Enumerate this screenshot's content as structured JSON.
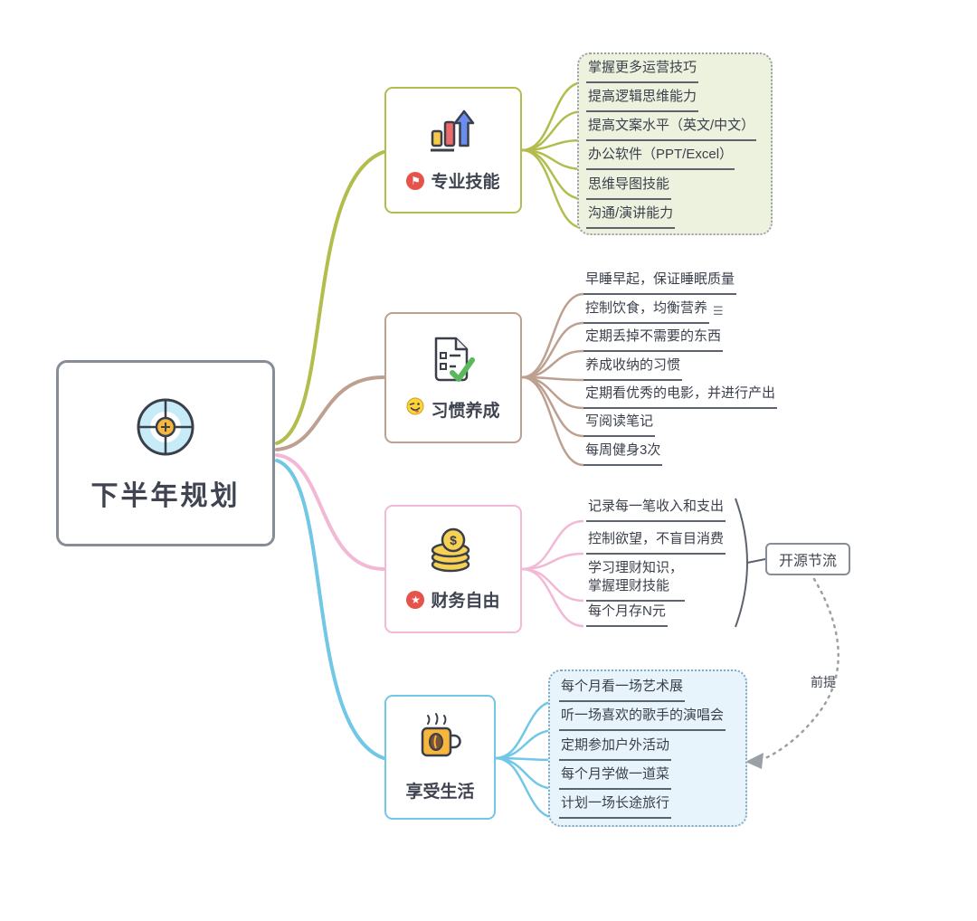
{
  "root": {
    "title": "下半年规划"
  },
  "icons": {
    "flag": "⚑",
    "star": "★",
    "menu": "☰"
  },
  "colors": {
    "skills": "#b3bd4e",
    "habits": "#bda08f",
    "finance": "#f2b8d5",
    "life": "#72c7e6",
    "underline": "#5d636e",
    "dotted_arrow": "#9aa0a6",
    "node_border": "#868d97",
    "badge_red": "#e5534b"
  },
  "branches": [
    {
      "label": "专业技能",
      "items": [
        "掌握更多运营技巧",
        "提高逻辑思维能力",
        "提高文案水平（英文/中文）",
        "办公软件（PPT/Excel）",
        "思维导图技能",
        "沟通/演讲能力"
      ]
    },
    {
      "label": "习惯养成",
      "items": [
        "早睡早起，保证睡眠质量",
        "控制饮食，均衡营养",
        "定期丢掉不需要的东西",
        "养成收纳的习惯",
        "定期看优秀的电影，并进行产出",
        "写阅读笔记",
        "每周健身3次"
      ]
    },
    {
      "label": "财务自由",
      "items": [
        "记录每一笔收入和支出",
        "控制欲望，不盲目消费",
        "学习理财知识，\n掌握理财技能",
        "每个月存N元"
      ],
      "callout": {
        "label": "开源节流",
        "arrow_label": "前提"
      }
    },
    {
      "label": "享受生活",
      "items": [
        "每个月看一场艺术展",
        "听一场喜欢的歌手的演唱会",
        "定期参加户外活动",
        "每个月学做一道菜",
        "计划一场长途旅行"
      ]
    }
  ]
}
